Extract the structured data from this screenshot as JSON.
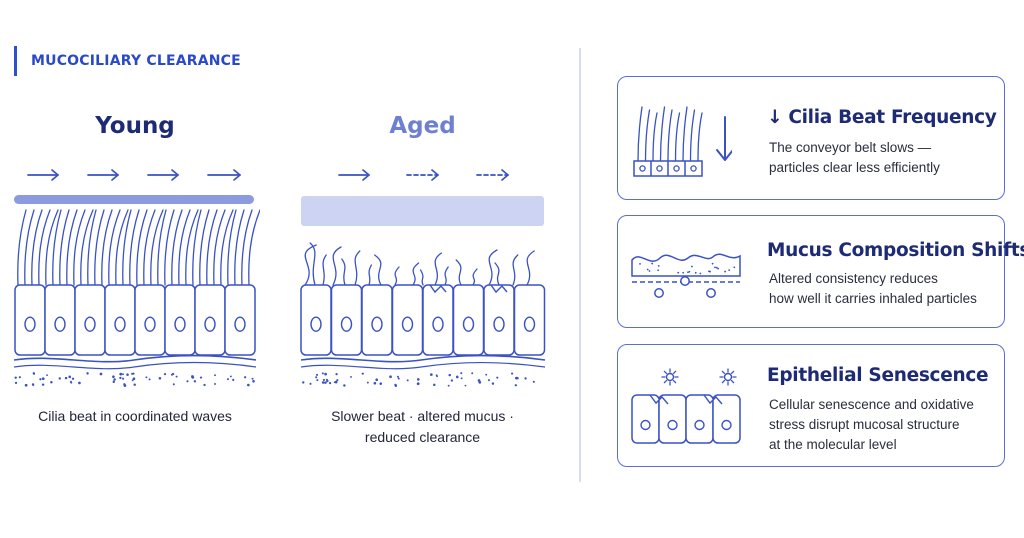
{
  "section_label": "MUCOCILIARY CLEARANCE",
  "panels": {
    "young": {
      "title": "Young",
      "caption_lines": [
        "Cilia beat in coordinated waves"
      ]
    },
    "aged": {
      "title": "Aged",
      "caption_lines": [
        "Slower beat · altered mucus ·",
        "reduced clearance"
      ]
    }
  },
  "cards": [
    {
      "icon": "cilia-frequency-icon",
      "title": "↓ Cilia Beat Frequency",
      "desc_lines": [
        "The conveyor belt slows —",
        "particles clear less efficiently"
      ]
    },
    {
      "icon": "mucus-layer-icon",
      "title": "Mucus Composition Shifts",
      "desc_lines": [
        "Altered consistency reduces",
        "how well it carries inhaled particles"
      ]
    },
    {
      "icon": "senescent-cells-icon",
      "title": "Epithelial Senescence",
      "desc_lines": [
        "Cellular senescence and oxidative",
        "stress disrupt mucosal structure",
        "at the molecular level"
      ]
    }
  ],
  "colors": {
    "accent": "#2a49c9",
    "line": "#3a52c4",
    "young_title": "#1d2a74",
    "aged_title": "#6f7fd1",
    "mucus_young": "#8c9bdf",
    "mucus_aged": "#cdd3f2",
    "card_border": "#5b6fd0"
  }
}
